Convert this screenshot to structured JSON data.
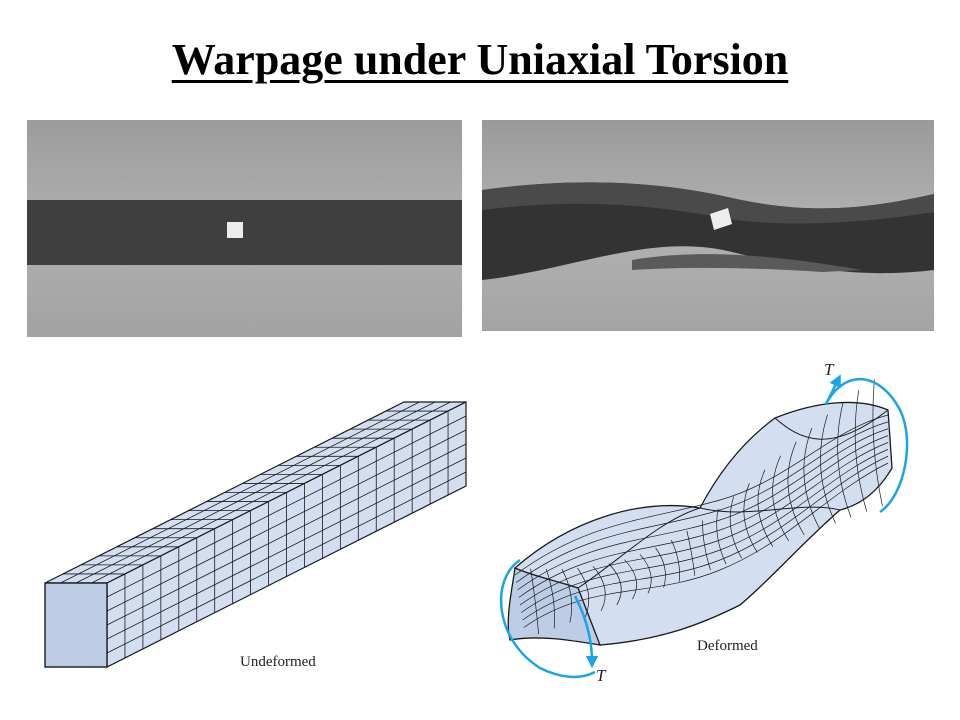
{
  "title": "Warpage under Uniaxial Torsion",
  "captions": {
    "undeformed": "Undeformed",
    "deformed": "Deformed"
  },
  "torque_label": "T",
  "colors": {
    "bar_face": "#d3dff0",
    "grid_line": "#1a1a1a",
    "torque_arrow": "#1aa5e6",
    "photo_background": "#a8a8a8",
    "photo_bar": "#3d3d3d"
  }
}
